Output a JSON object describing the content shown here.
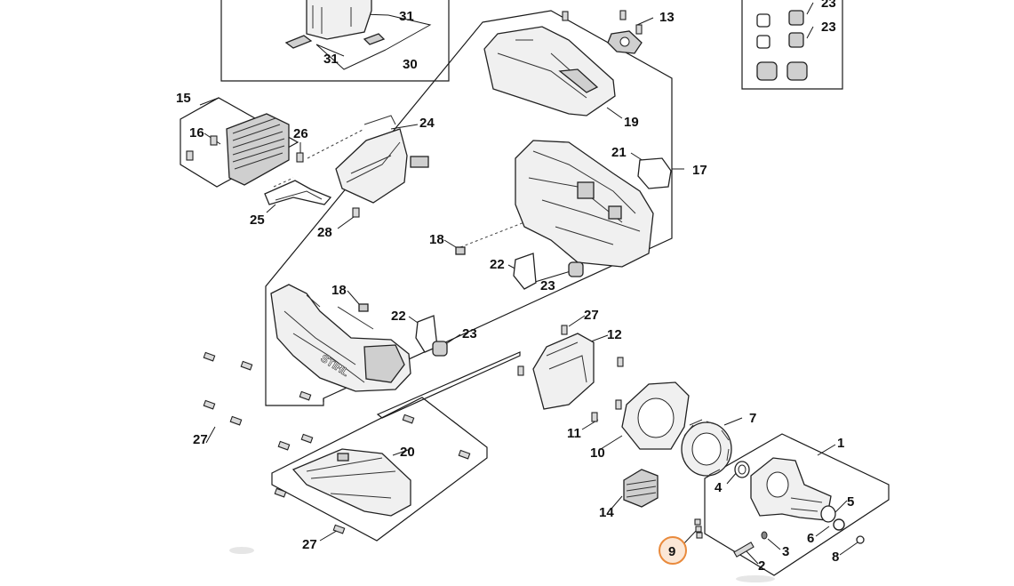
{
  "diagram": {
    "type": "exploded-parts-diagram",
    "highlight_color": "#e98a3c",
    "highlighted_callout": "9",
    "callouts": [
      {
        "id": "c31a",
        "label": "31"
      },
      {
        "id": "c31b",
        "label": "31"
      },
      {
        "id": "c30",
        "label": "30"
      },
      {
        "id": "c13",
        "label": "13"
      },
      {
        "id": "c23a",
        "label": "23"
      },
      {
        "id": "c23b",
        "label": "23"
      },
      {
        "id": "c15",
        "label": "15"
      },
      {
        "id": "c16",
        "label": "16"
      },
      {
        "id": "c26",
        "label": "26"
      },
      {
        "id": "c24",
        "label": "24"
      },
      {
        "id": "c19",
        "label": "19"
      },
      {
        "id": "c21",
        "label": "21"
      },
      {
        "id": "c17",
        "label": "17"
      },
      {
        "id": "c25",
        "label": "25"
      },
      {
        "id": "c28",
        "label": "28"
      },
      {
        "id": "c18a",
        "label": "18"
      },
      {
        "id": "c22a",
        "label": "22"
      },
      {
        "id": "c23c",
        "label": "23"
      },
      {
        "id": "c18b",
        "label": "18"
      },
      {
        "id": "c22b",
        "label": "22"
      },
      {
        "id": "c23d",
        "label": "23"
      },
      {
        "id": "c27a",
        "label": "27"
      },
      {
        "id": "c12",
        "label": "12"
      },
      {
        "id": "c27b",
        "label": "27"
      },
      {
        "id": "c20",
        "label": "20"
      },
      {
        "id": "c11",
        "label": "11"
      },
      {
        "id": "c7",
        "label": "7"
      },
      {
        "id": "c10",
        "label": "10"
      },
      {
        "id": "c1",
        "label": "1"
      },
      {
        "id": "c4",
        "label": "4"
      },
      {
        "id": "c5",
        "label": "5"
      },
      {
        "id": "c14",
        "label": "14"
      },
      {
        "id": "c6",
        "label": "6"
      },
      {
        "id": "c27c",
        "label": "27"
      },
      {
        "id": "c9",
        "label": "9"
      },
      {
        "id": "c3",
        "label": "3"
      },
      {
        "id": "c8",
        "label": "8"
      },
      {
        "id": "c2",
        "label": "2"
      }
    ],
    "brand_mark": "STIHL"
  }
}
